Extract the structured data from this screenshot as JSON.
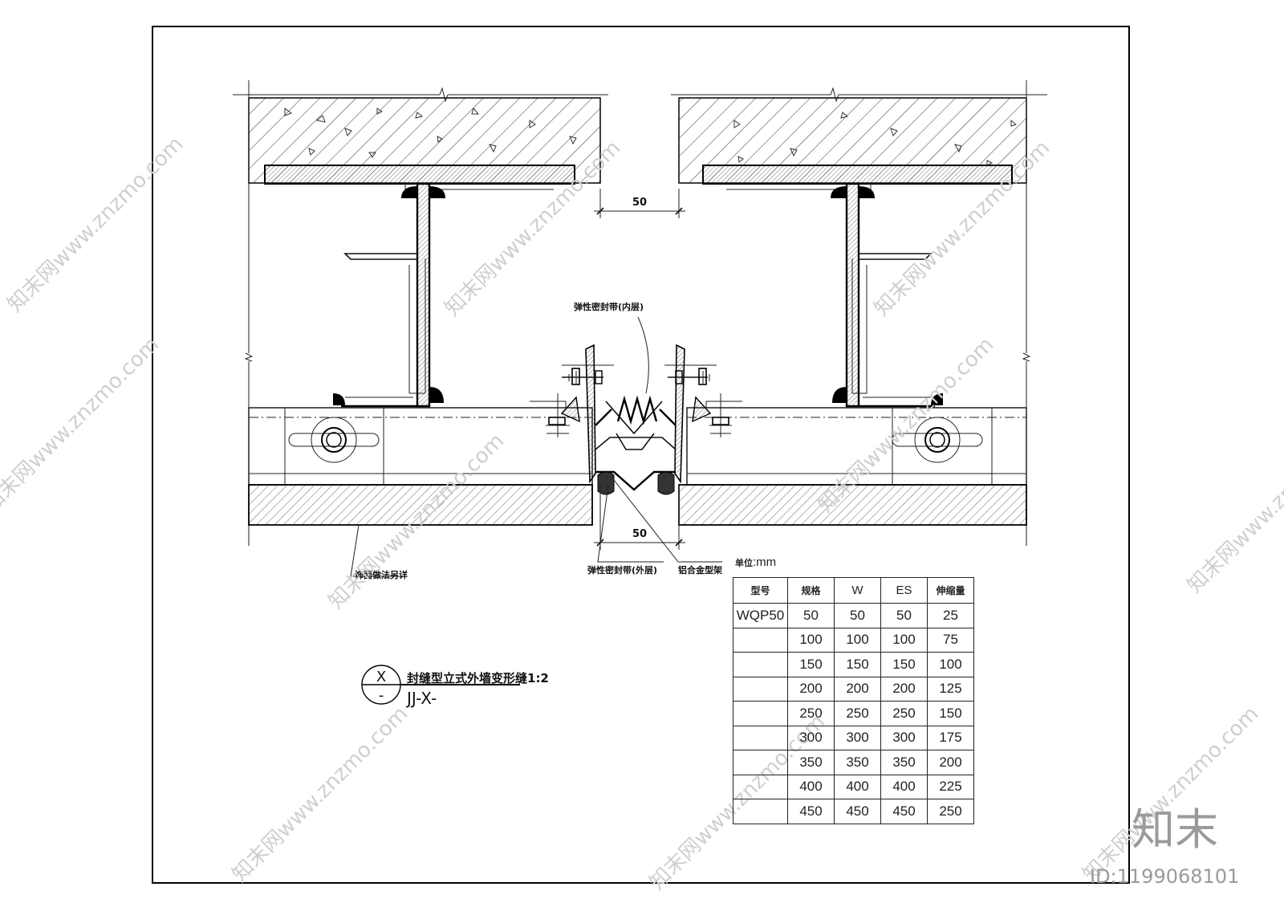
{
  "drawing": {
    "dim_top": "50",
    "dim_bottom": "50",
    "labels": {
      "inner_seal": "弹性密封带(内层)",
      "outer_seal": "弹性密封带(外层)",
      "aluminum_frame": "铝合金型架",
      "finish_note": "饰面做法另详"
    },
    "title": {
      "bubble_top": "X",
      "bubble_bottom": "-",
      "name": "封缝型立式外墙变形缝1:2",
      "ref": "JJ-X-"
    },
    "unit_label": "单位",
    "unit_value": ":mm"
  },
  "spec_table": {
    "headers": [
      "型号",
      "规格",
      "W",
      "ES",
      "伸缩量"
    ],
    "rows": [
      [
        "WQP50",
        "50",
        "50",
        "50",
        "25"
      ],
      [
        "",
        "100",
        "100",
        "100",
        "75"
      ],
      [
        "",
        "150",
        "150",
        "150",
        "100"
      ],
      [
        "",
        "200",
        "200",
        "200",
        "125"
      ],
      [
        "",
        "250",
        "250",
        "250",
        "150"
      ],
      [
        "",
        "300",
        "300",
        "300",
        "175"
      ],
      [
        "",
        "350",
        "350",
        "350",
        "200"
      ],
      [
        "",
        "400",
        "400",
        "400",
        "225"
      ],
      [
        "",
        "450",
        "450",
        "450",
        "250"
      ]
    ]
  },
  "watermark": {
    "text": "知末网www.znzmo.com",
    "logo": "知末",
    "id": "ID:1199068101"
  }
}
